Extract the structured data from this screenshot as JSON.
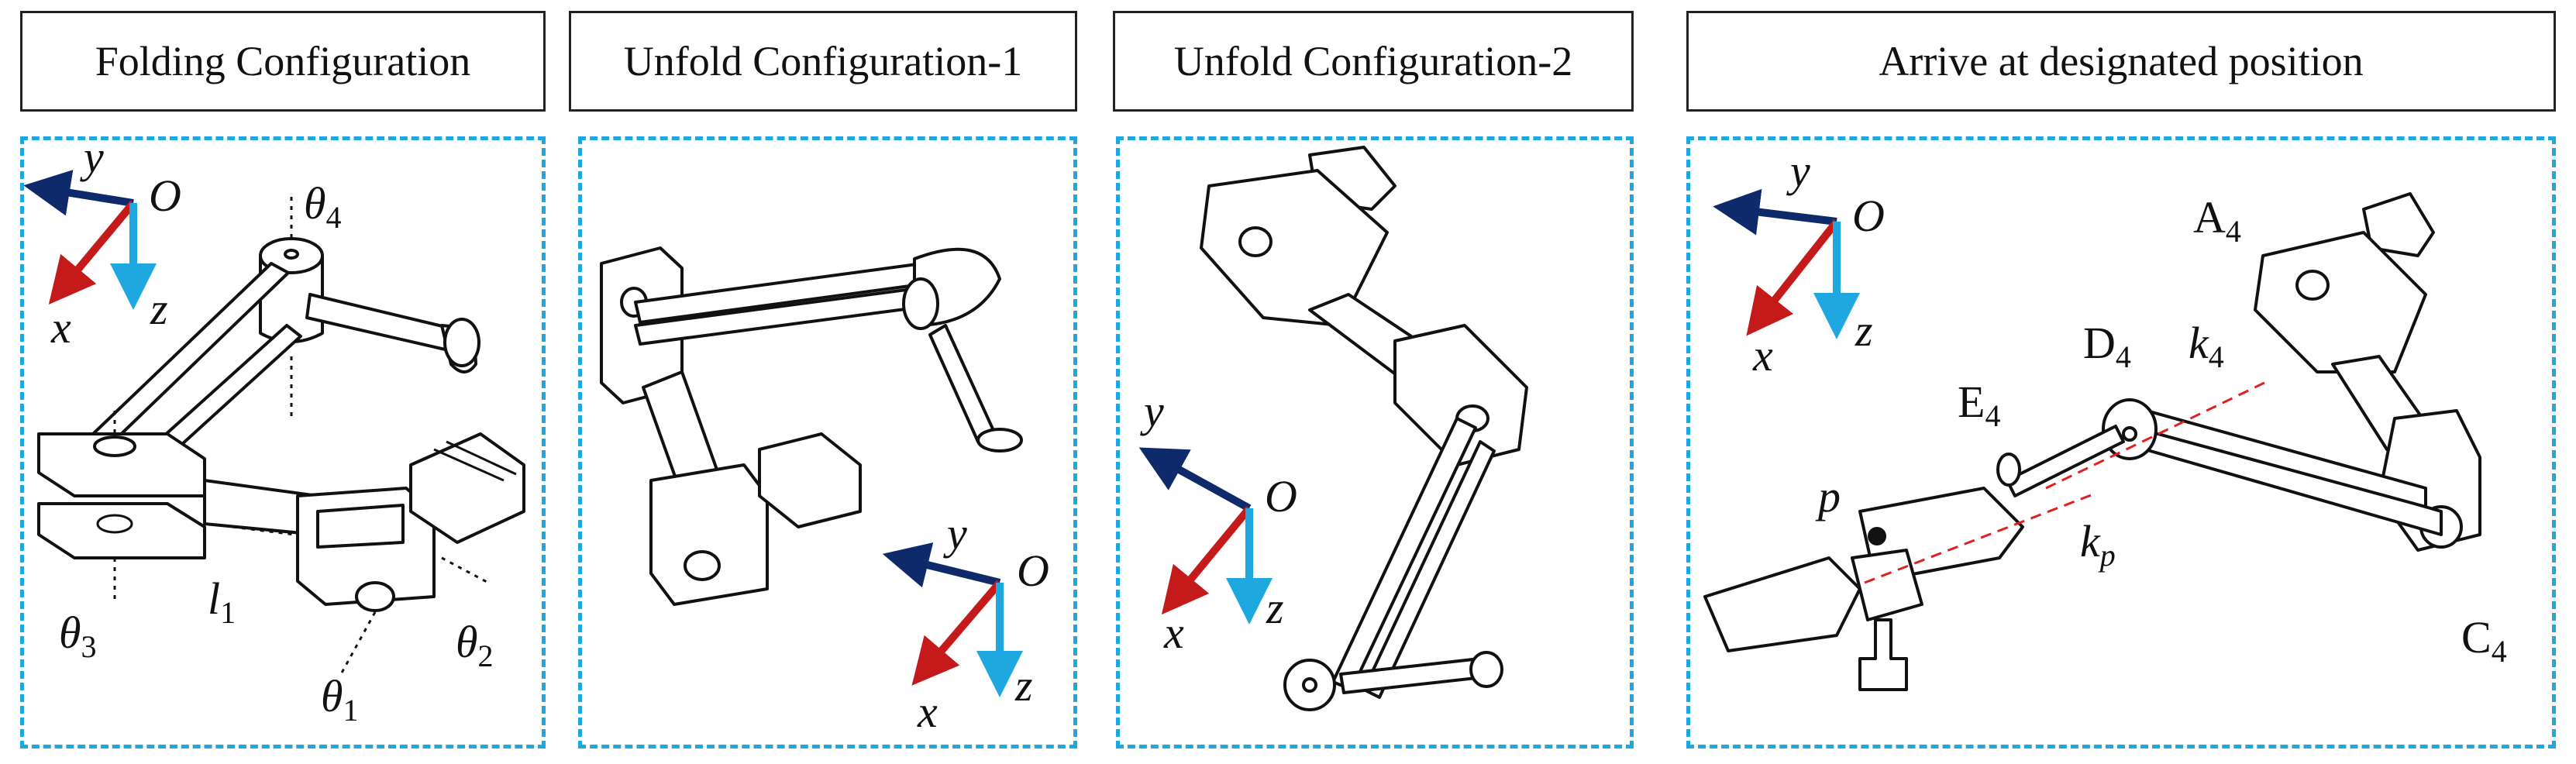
{
  "titles": {
    "p1": "Folding Configuration",
    "p2": "Unfold Configuration-1",
    "p3": "Unfold Configuration-2",
    "p4": "Arrive at designated position"
  },
  "axes": {
    "x": "x",
    "y": "y",
    "z": "z",
    "origin": "O"
  },
  "p1_labels": {
    "theta4": "θ",
    "theta4_sub": "4",
    "theta3": "θ",
    "theta3_sub": "3",
    "l1": "l",
    "l1_sub": "1",
    "theta2": "θ",
    "theta2_sub": "2",
    "theta1": "θ",
    "theta1_sub": "1"
  },
  "p4_labels": {
    "A4": "A",
    "A4_sub": "4",
    "D4": "D",
    "D4_sub": "4",
    "k4": "k",
    "k4_sub": "4",
    "E4": "E",
    "E4_sub": "4",
    "p": "p",
    "kp": "k",
    "kp_sub": "p",
    "C4": "C",
    "C4_sub": "4"
  },
  "colors": {
    "x_axis": "#c41a1a",
    "y_axis": "#0f2a6b",
    "z_axis": "#1fa8e0",
    "panel_border": "#1fa8e0",
    "k_line": "#e02020"
  }
}
